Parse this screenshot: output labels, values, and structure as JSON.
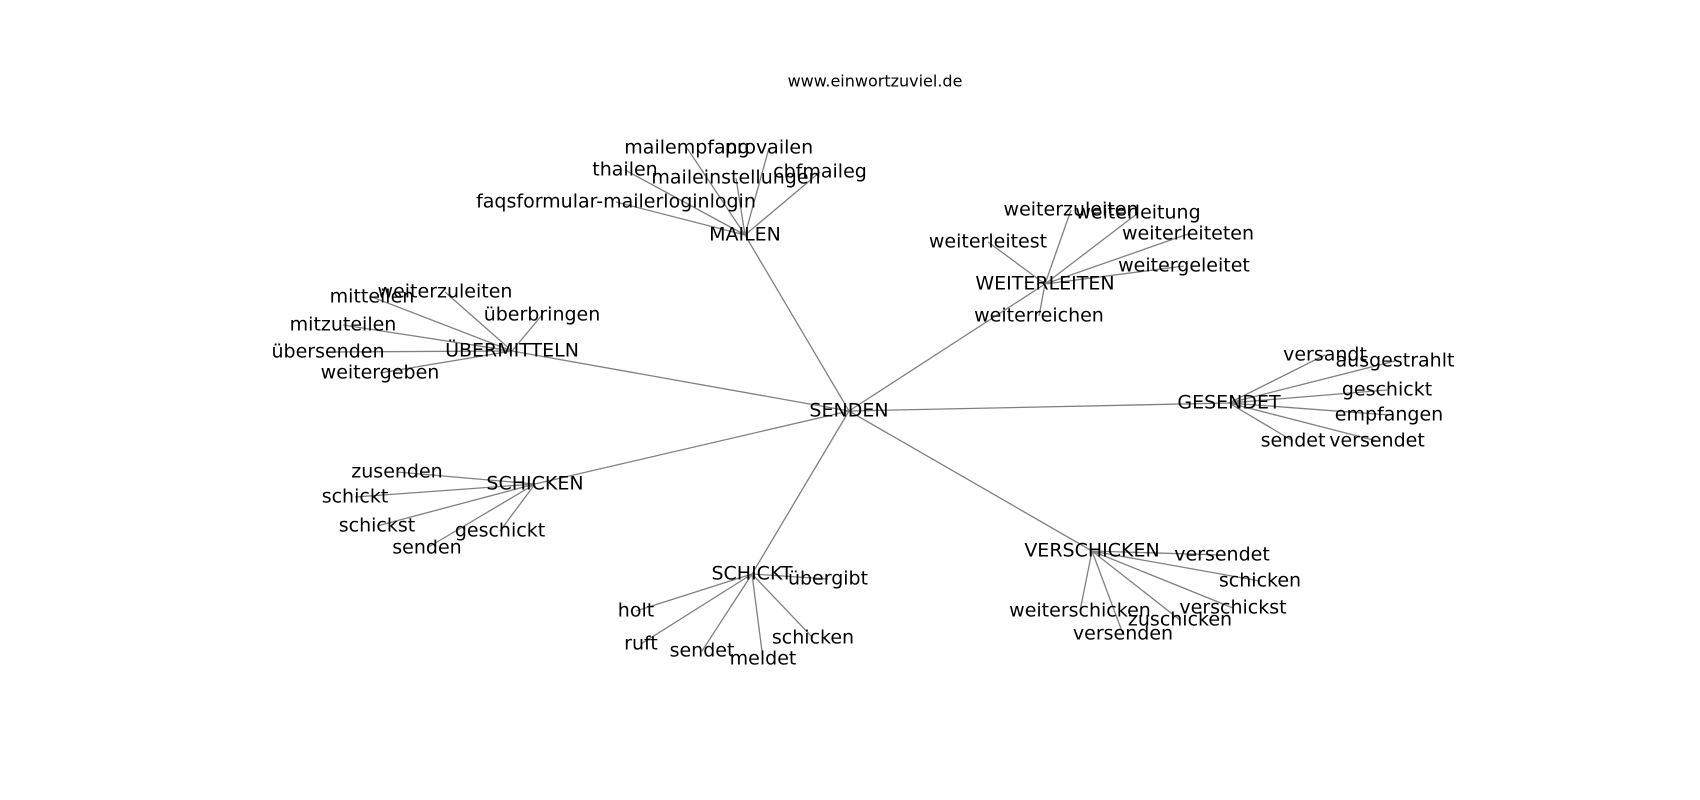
{
  "caption": "www.einwortzuviel.de",
  "root": "SENDEN",
  "clusters": [
    {
      "hub": "MAILEN",
      "leaves": [
        "mailempfang",
        "provailen",
        "thailen",
        "maileinstellungen",
        "cbfmaileg",
        "faqsformular-mailerloginlogin"
      ]
    },
    {
      "hub": "WEITERLEITEN",
      "leaves": [
        "weiterzuleiten",
        "weiterleitung",
        "weiterleitest",
        "weiterleiteten",
        "weitergeleitet",
        "weiterreichen"
      ]
    },
    {
      "hub": "ÜBERMITTELN",
      "leaves": [
        "weiterzuleiten",
        "mitteilen",
        "überbringen",
        "mitzuteilen",
        "übersenden",
        "weitergeben"
      ]
    },
    {
      "hub": "GESENDET",
      "leaves": [
        "versandt",
        "ausgestrahlt",
        "geschickt",
        "empfangen",
        "sendet",
        "versendet"
      ]
    },
    {
      "hub": "SCHICKEN",
      "leaves": [
        "zusenden",
        "schickt",
        "schickst",
        "geschickt",
        "senden"
      ]
    },
    {
      "hub": "VERSCHICKEN",
      "leaves": [
        "versendet",
        "schicken",
        "verschickst",
        "weiterschicken",
        "zuschicken",
        "versenden"
      ]
    },
    {
      "hub": "SCHICKT",
      "leaves": [
        "übergibt",
        "holt",
        "ruft",
        "sendet",
        "meldet",
        "schicken"
      ]
    }
  ]
}
